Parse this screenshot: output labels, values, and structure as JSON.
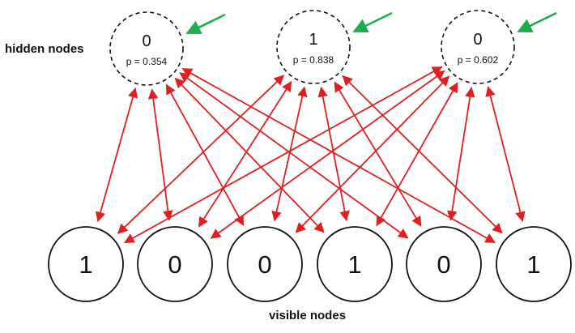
{
  "labels": {
    "hidden": "hidden nodes",
    "visible": "visible nodes"
  },
  "hidden_nodes": [
    {
      "state": "0",
      "prob": "p = 0.354"
    },
    {
      "state": "1",
      "prob": "p = 0.838"
    },
    {
      "state": "0",
      "prob": "p = 0.602"
    }
  ],
  "visible_nodes": [
    {
      "state": "1"
    },
    {
      "state": "0"
    },
    {
      "state": "0"
    },
    {
      "state": "1"
    },
    {
      "state": "0"
    },
    {
      "state": "1"
    }
  ],
  "connections": "fully-connected bidirectional (every hidden node to every visible node)",
  "colors": {
    "edge": "#e02020",
    "indicator_arrow": "#1fae4f",
    "node_stroke": "#111111"
  },
  "icons": {
    "indicator": "arrow-pointing-to-hidden-node-icon"
  }
}
